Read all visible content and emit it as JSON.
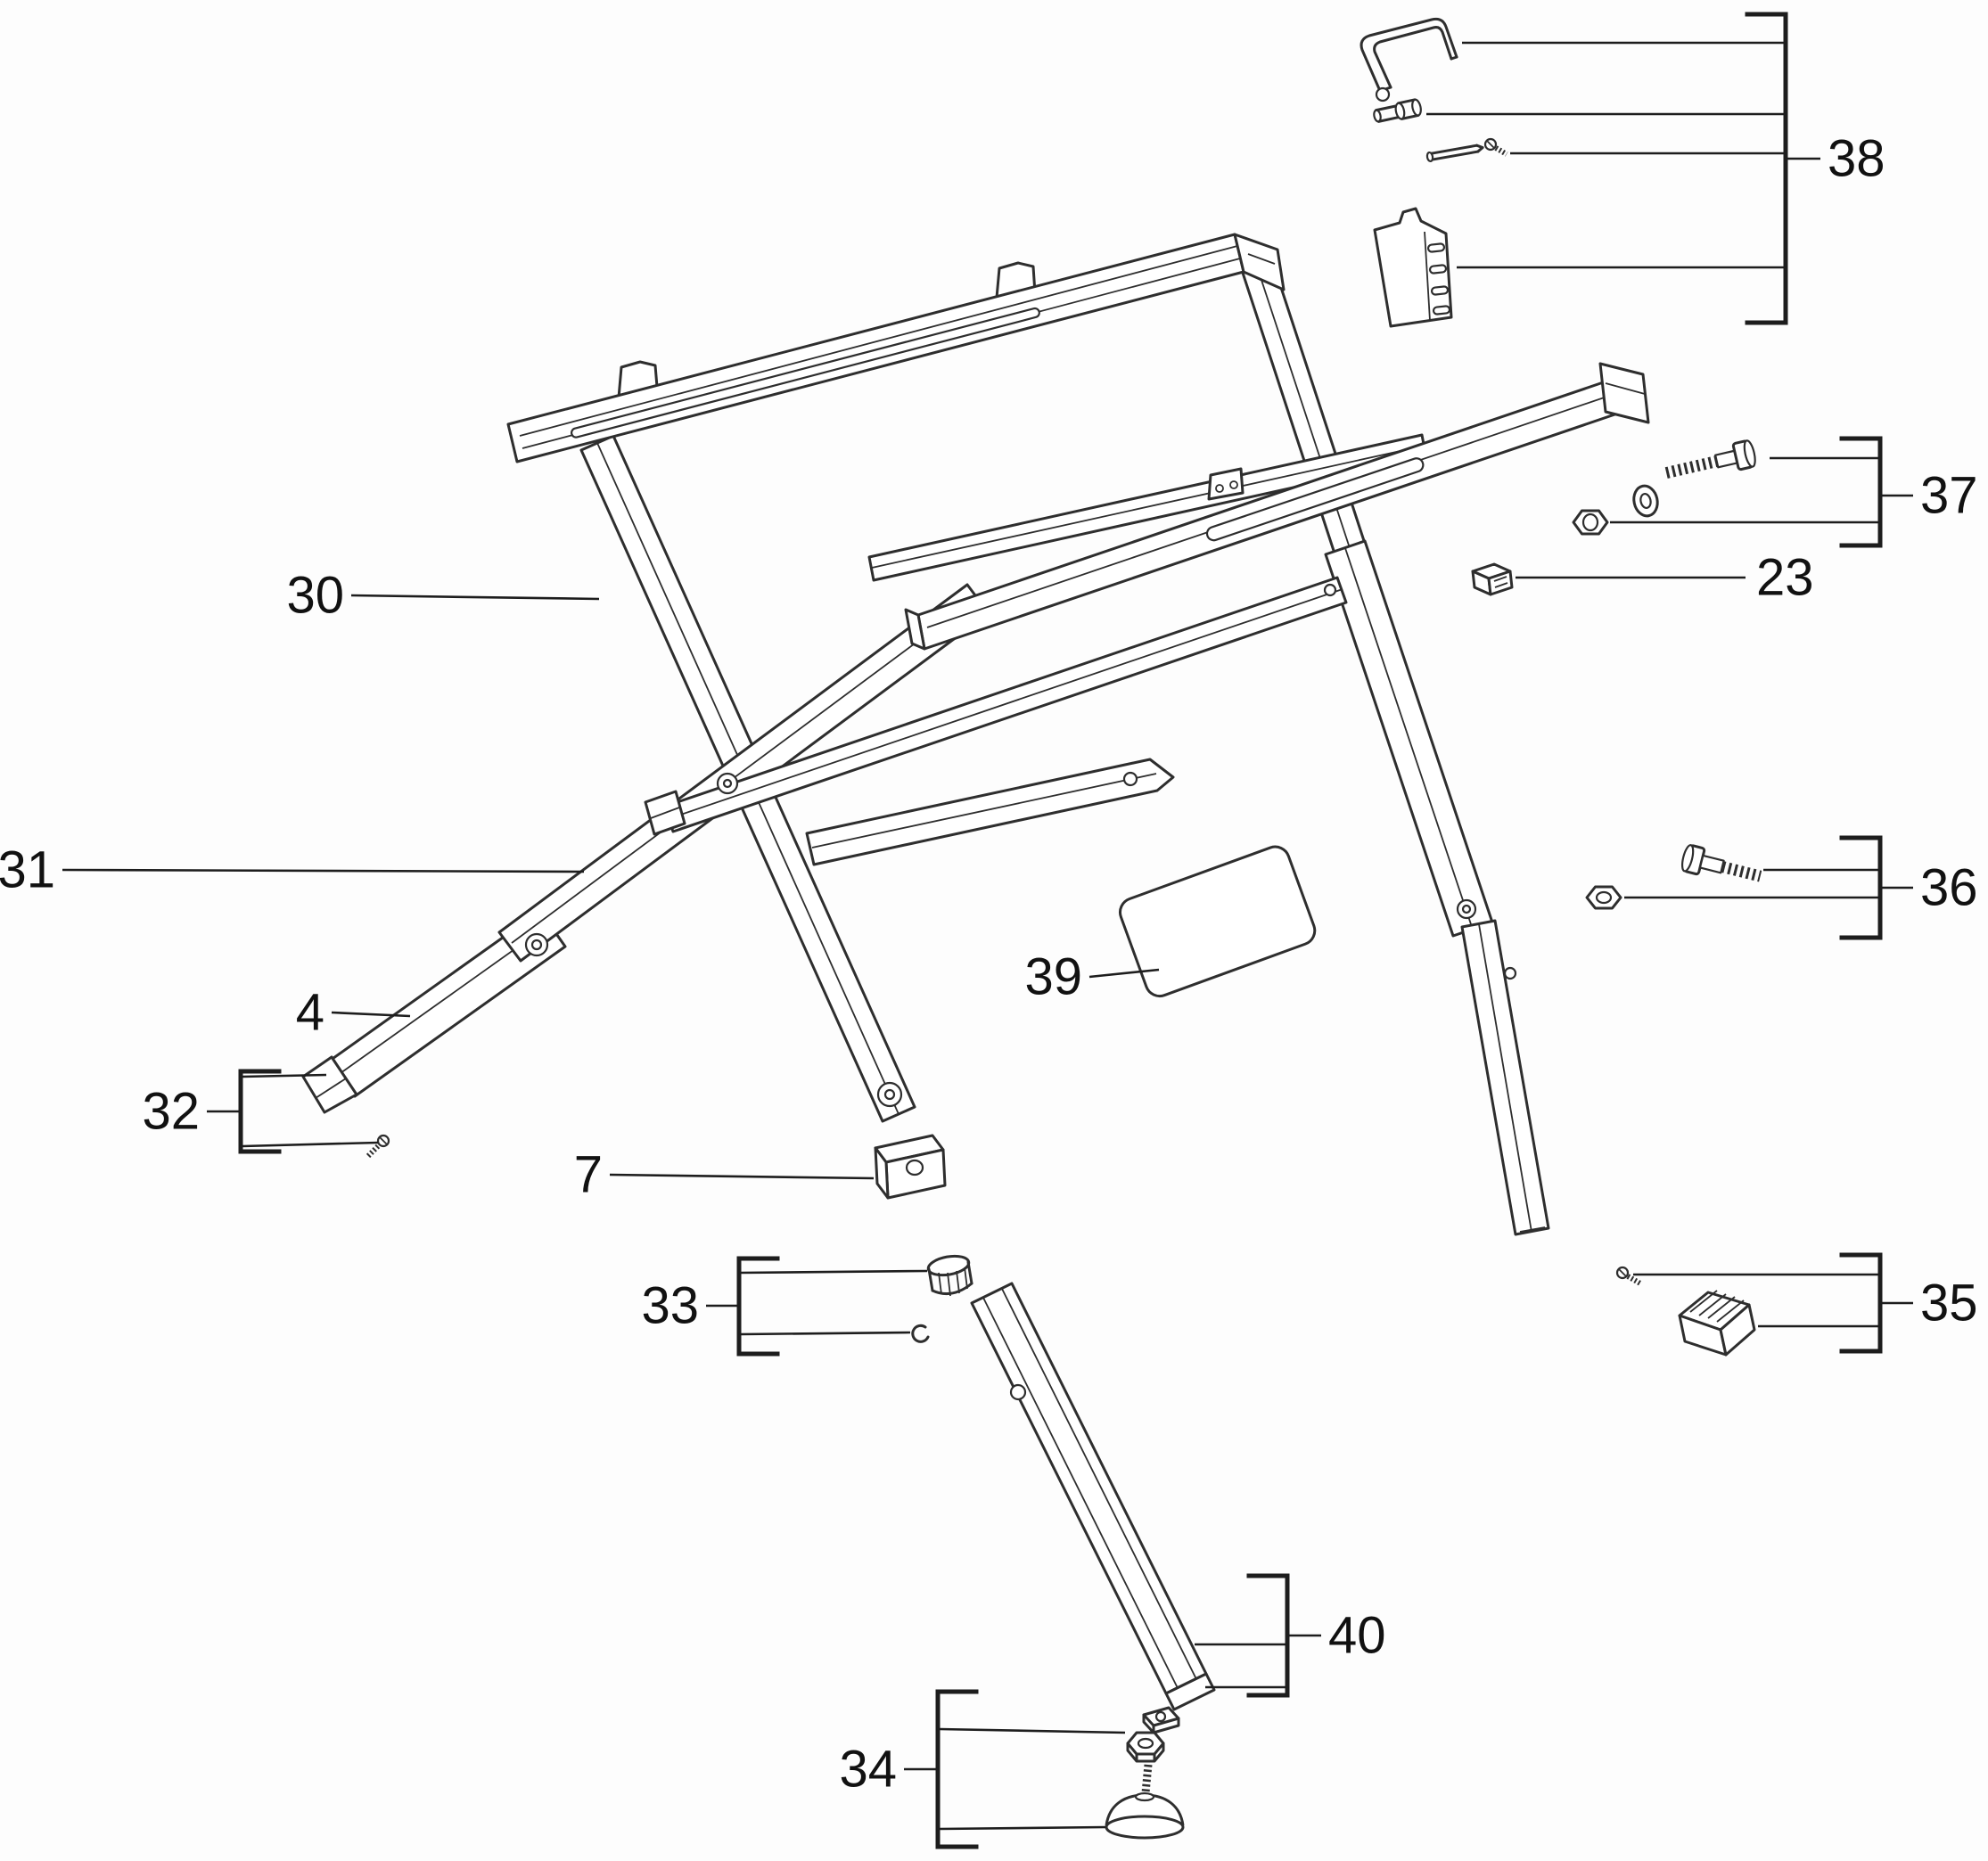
{
  "figure": {
    "kind": "exploded-parts-diagram",
    "subject": "folding-stand-assembly"
  },
  "colors": {
    "background": "#fdfdfd",
    "line": "#2e2e2e",
    "label": "#111111"
  },
  "parts": [
    "rear-rail",
    "front-rail",
    "support-channel",
    "left-front-leg",
    "left-leg-lower-tube",
    "left-leg-upper-tube",
    "right-leg-upper-tube",
    "right-leg-lower-tube",
    "rear-right-leg",
    "cross-brace-upper",
    "cross-brace-lower",
    "carry-handle",
    "lock-pin",
    "cotter-pin",
    "small-screw",
    "latch-bracket",
    "hex-bolt",
    "washer",
    "hex-nut",
    "slide-clip",
    "warning-label",
    "leg-foot",
    "leg-tip-cap",
    "tip-screw",
    "leg-cap",
    "retaining-clip",
    "detached-leg",
    "square-nut",
    "leveling-foot",
    "foot-cap",
    "foot-screw"
  ],
  "callouts": {
    "c30": {
      "label": "30"
    },
    "c31": {
      "label": "31"
    },
    "c4": {
      "label": "4"
    },
    "c32": {
      "label": "32"
    },
    "c7": {
      "label": "7"
    },
    "c33": {
      "label": "33"
    },
    "c34": {
      "label": "34"
    },
    "c35": {
      "label": "35"
    },
    "c36": {
      "label": "36"
    },
    "c37": {
      "label": "37"
    },
    "c38": {
      "label": "38"
    },
    "c39": {
      "label": "39"
    },
    "c40": {
      "label": "40"
    },
    "c23": {
      "label": "23"
    }
  }
}
